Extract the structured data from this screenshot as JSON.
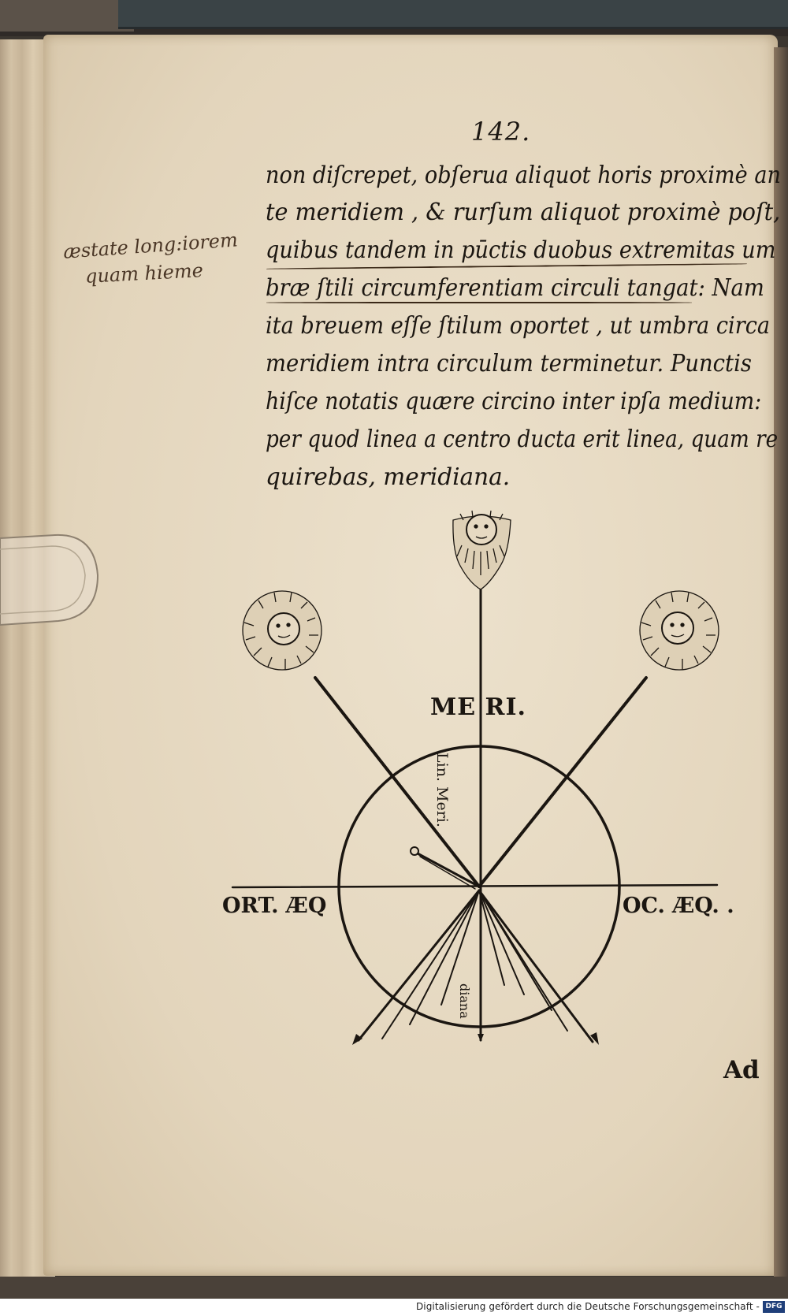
{
  "page": {
    "number": "142.",
    "catchword": "Ad"
  },
  "text_lines": [
    "non diſcrepet, obſerua aliquot horis proximè an",
    "te meridiem , & rurſum aliquot proximè poſt,",
    "quibus tandem in pūctis duobus extremitas um",
    "bræ ſtili circumferentiam circuli tangat: Nam",
    "ita breuem eſſe ſtilum oportet , ut umbra circa",
    "meridiem intra circulum terminetur.   Punctis",
    "hiſce notatis quære circino inter ipſa medium:",
    "per quod linea a centro ducta erit linea, quam re",
    "quirebas, meridiana."
  ],
  "margin_note": {
    "line1": "æstate long:iorem",
    "line2": "quam hieme"
  },
  "diagram": {
    "label_top": "ME RI.",
    "label_vertical": "Lin. Meri.",
    "label_left": "ORT. ÆQ",
    "label_right": "OC. ÆQ. .",
    "label_bottom": "diana"
  },
  "footer": {
    "credit": "Digitalisierung gefördert durch die Deutsche Forschungsgemeinschaft -",
    "badge": "DFG"
  }
}
